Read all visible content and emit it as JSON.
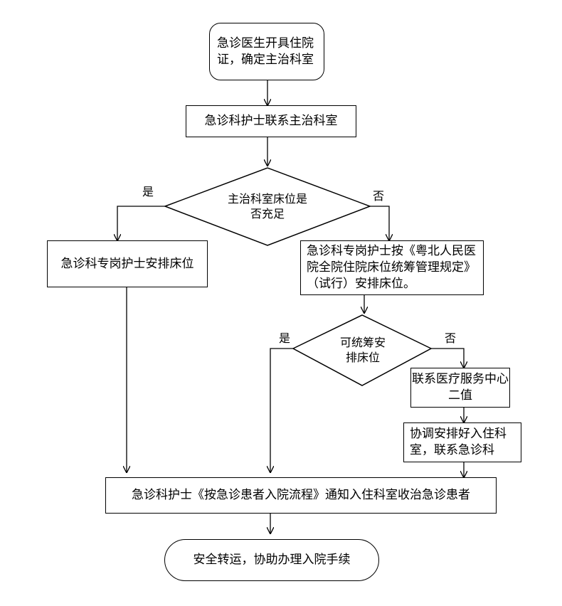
{
  "flowchart": {
    "start": "急诊医生开具住院证，确定主治科室",
    "contact": "急诊科护士联系主治科室",
    "decision1": "主治科室床位是否充足",
    "yes1": "是",
    "no1": "否",
    "arrange_bed": "急诊科专岗护士安排床位",
    "arrange_rule": "急诊科专岗护士按《粤北人民医院全院住院床位统筹管理规定》（试行）安排床位。",
    "decision2": "可统筹安排床位",
    "yes2": "是",
    "no2": "否",
    "medical_center": "联系医疗服务中心二值",
    "coordinate": "协调安排好入住科室，联系急诊科",
    "notify": "急诊科护士《按急诊患者入院流程》通知入住科室收治急诊患者",
    "end": "安全转运，协助办理入院手续"
  }
}
